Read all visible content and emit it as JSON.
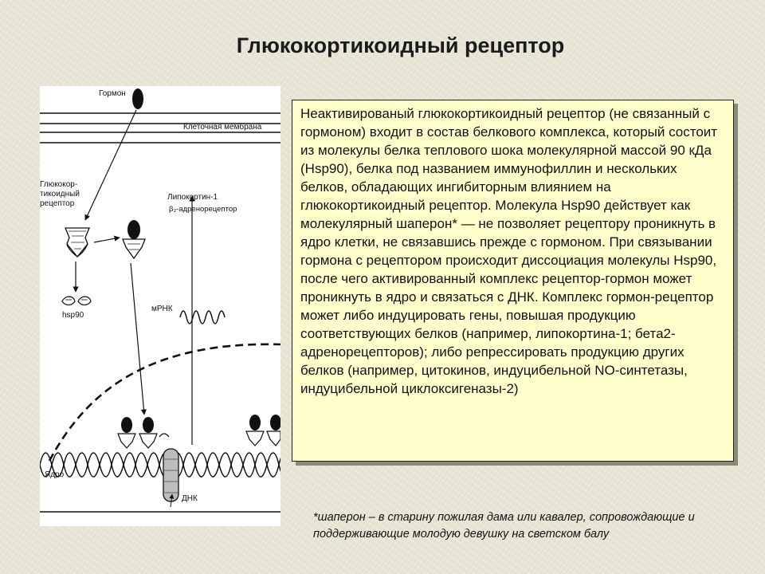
{
  "title": "Глюкокортикоидный рецептор",
  "figure": {
    "labels": {
      "hormone": "Гормон",
      "membrane": "Клеточная мембрана",
      "receptor": "Глюкокор-\nтикоидный\nрецептор",
      "lipocortin": "Липокортин-1",
      "beta": "β₂-адренорецептор",
      "hsp": "hsp90",
      "mrna": "мРНК",
      "nucleus": "Ядро",
      "dna": "ДНК"
    }
  },
  "textbox": {
    "text": "Неактивированый глюкокортикоидный рецептор (не связанный с гормоном) входит в состав белкового комплекса, который состоит из молекулы белка теплового шока молекулярной массой 90 кДа (Hsp90), белка под названием иммунофиллин и нескольких белков, обладающих ингибиторным влиянием на глюкокортикоидный рецептор. Молекула Hsp90 действует как молекулярный шаперон* — не позволяет рецептору проникнуть в ядро клетки, не связавшись прежде с гормоном. При связывании гормона с рецептором происходит диссоциация молекулы Hsp90, после чего активированный комплекс рецептор-гормон может проникнуть в ядро и связаться с ДНК. Комплекс гормон-рецептор может либо индуцировать гены, повышая продукцию соответствующих белков (например, липокортина-1; бета2-адренорецепторов); либо репрессировать продукцию других белков (например, цитокинов, индуцибельной NO-синтетазы, индуцибельной циклоксигеназы-2)"
  },
  "footnote": "*шаперон – в старину пожилая дама или кавалер, сопровождающие и поддерживающие молодую девушку на светском балу"
}
